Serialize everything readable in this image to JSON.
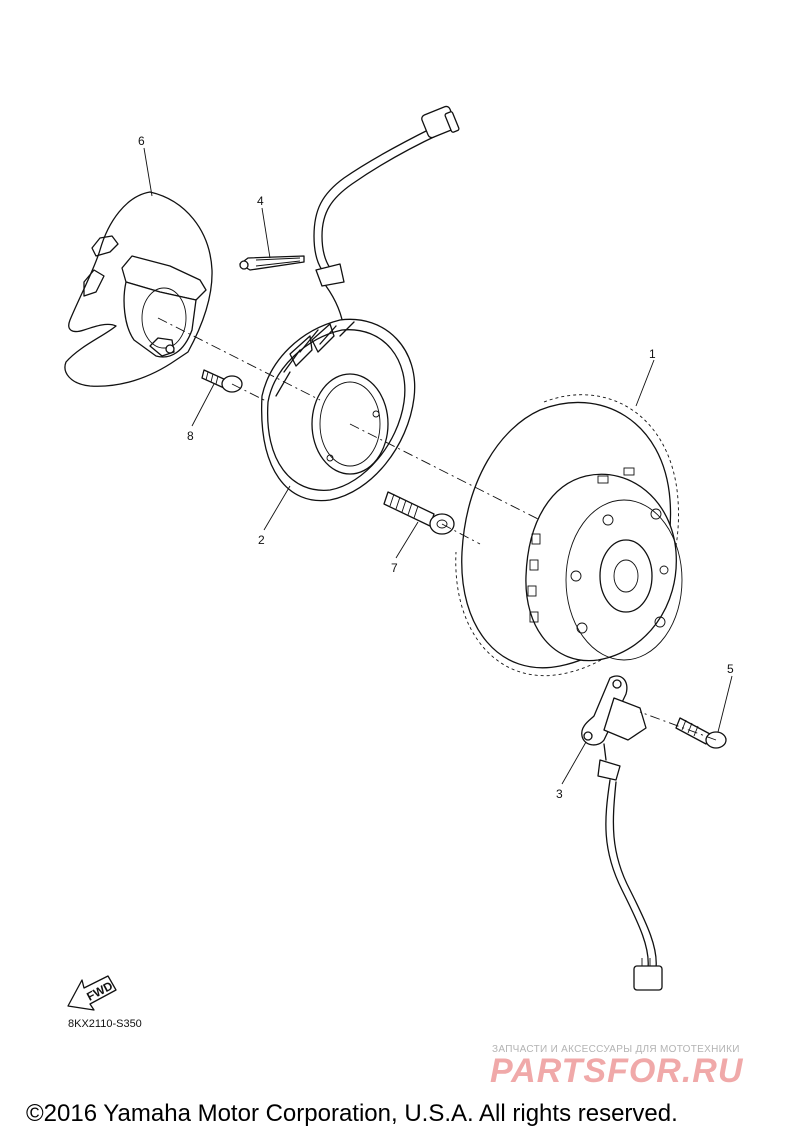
{
  "callouts": [
    {
      "number": "1"
    },
    {
      "number": "2"
    },
    {
      "number": "3"
    },
    {
      "number": "4"
    },
    {
      "number": "5"
    },
    {
      "number": "6"
    },
    {
      "number": "7"
    },
    {
      "number": "8"
    }
  ],
  "fwd_label": "FWD",
  "reference_code": "8KX2110-S350",
  "watermark": {
    "tagline": "ЗАПЧАСТИ И АКСЕССУАРЫ ДЛЯ МОТОТЕХНИКИ",
    "logo_text": "PARTSFOR.RU"
  },
  "copyright": "©2016 Yamaha Motor Corporation, U.S.A. All rights reserved.",
  "colors": {
    "line": "#111111",
    "watermark_logo": "#f0a9a9",
    "watermark_text": "#b3b3b3"
  }
}
